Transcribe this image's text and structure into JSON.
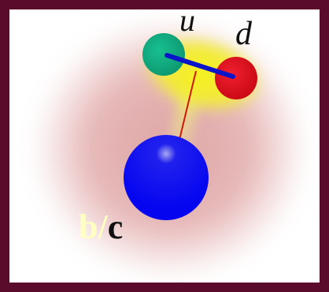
{
  "labels": {
    "u": "u",
    "d": "d",
    "b": "b",
    "slash": "/",
    "c": "c"
  },
  "colors": {
    "frame": "#5a0a2a",
    "background": "#ffffff",
    "cloud": "#e0a8a8",
    "diquark_glow": "#f4ee20",
    "u_quark": "#14a67e",
    "d_quark": "#e0101c",
    "heavy_quark": "#0505f0",
    "diquark_bond": "#0a14c8",
    "string": "#d01808",
    "b_label": "#ffffc4",
    "c_label": "#111111"
  }
}
